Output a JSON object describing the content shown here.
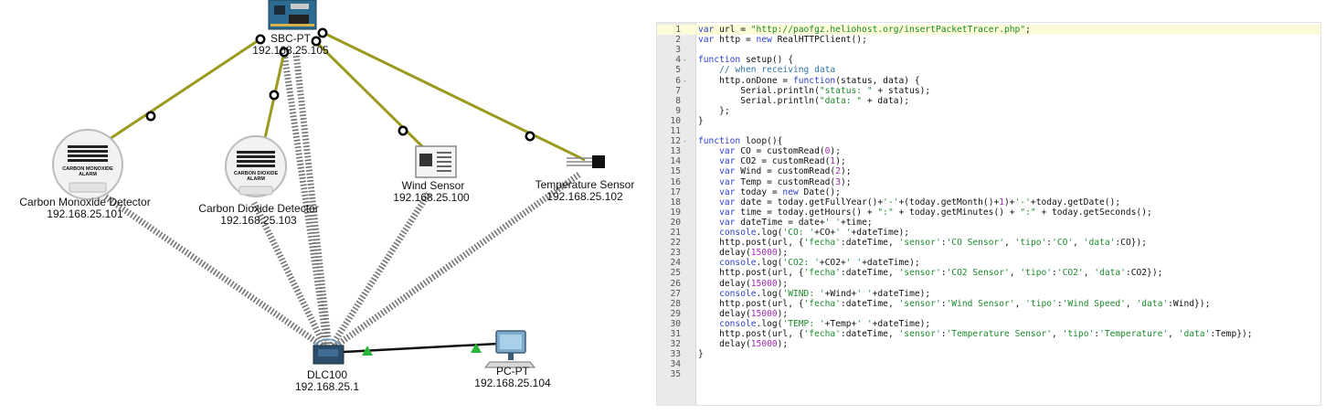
{
  "topology": {
    "devices": {
      "sbc": {
        "name": "SBC-PT",
        "ip": "192.168.25.105"
      },
      "co": {
        "name": "Carbon Monoxide Detector",
        "ip": "192.168.25.101",
        "face_text": [
          "CARBON MONOXIDE",
          "ALARM"
        ]
      },
      "co2": {
        "name": "Carbon Dioxide Detector",
        "ip": "192.168.25.103",
        "face_text": [
          "CARBON DIOXIDE",
          "ALARM"
        ]
      },
      "wind": {
        "name": "Wind Sensor",
        "ip": "192.168.25.100"
      },
      "temp": {
        "name": "Temperature Sensor",
        "ip": "192.168.25.102"
      },
      "dlc": {
        "name": "DLC100",
        "ip": "192.168.25.1"
      },
      "pc": {
        "name": "PC-PT",
        "ip": "192.168.25.104"
      }
    },
    "colors": {
      "iot_link": "#9a9a1e",
      "wireless": "#555555",
      "ethernet": "#111111",
      "link_up": "#2db43a"
    }
  },
  "editor": {
    "active_line": 1,
    "lines": [
      {
        "n": "1",
        "fold": "",
        "code": "var url = \"http://paofgz.heliohost.org/insertPacketTracer.php\";"
      },
      {
        "n": "2",
        "fold": "",
        "code": "var http = new RealHTTPClient();"
      },
      {
        "n": "3",
        "fold": "",
        "code": ""
      },
      {
        "n": "4",
        "fold": "-",
        "code": "function setup() {"
      },
      {
        "n": "5",
        "fold": "",
        "code": "    // when receiving data"
      },
      {
        "n": "6",
        "fold": "-",
        "code": "    http.onDone = function(status, data) {"
      },
      {
        "n": "7",
        "fold": "",
        "code": "        Serial.println(\"status: \" + status);"
      },
      {
        "n": "8",
        "fold": "",
        "code": "        Serial.println(\"data: \" + data);"
      },
      {
        "n": "9",
        "fold": "",
        "code": "    };"
      },
      {
        "n": "10",
        "fold": "",
        "code": "}"
      },
      {
        "n": "11",
        "fold": "",
        "code": ""
      },
      {
        "n": "12",
        "fold": "-",
        "code": "function loop(){"
      },
      {
        "n": "13",
        "fold": "",
        "code": "    var CO = customRead(0);"
      },
      {
        "n": "14",
        "fold": "",
        "code": "    var CO2 = customRead(1);"
      },
      {
        "n": "15",
        "fold": "",
        "code": "    var Wind = customRead(2);"
      },
      {
        "n": "16",
        "fold": "",
        "code": "    var Temp = customRead(3);"
      },
      {
        "n": "17",
        "fold": "",
        "code": "    var today = new Date();"
      },
      {
        "n": "18",
        "fold": "",
        "code": "    var date = today.getFullYear()+'-'+(today.getMonth()+1)+'-'+today.getDate();"
      },
      {
        "n": "19",
        "fold": "",
        "code": "    var time = today.getHours() + \":\" + today.getMinutes() + \":\" + today.getSeconds();"
      },
      {
        "n": "20",
        "fold": "",
        "code": "    var dateTime = date+' '+time;"
      },
      {
        "n": "21",
        "fold": "",
        "code": "    console.log('CO: '+CO+' '+dateTime);"
      },
      {
        "n": "22",
        "fold": "",
        "code": "    http.post(url, {'fecha':dateTime, 'sensor':'CO Sensor', 'tipo':'CO', 'data':CO});"
      },
      {
        "n": "23",
        "fold": "",
        "code": "    delay(15000);"
      },
      {
        "n": "24",
        "fold": "",
        "code": "    console.log('CO2: '+CO2+' '+dateTime);"
      },
      {
        "n": "25",
        "fold": "",
        "code": "    http.post(url, {'fecha':dateTime, 'sensor':'CO2 Sensor', 'tipo':'CO2', 'data':CO2});"
      },
      {
        "n": "26",
        "fold": "",
        "code": "    delay(15000);"
      },
      {
        "n": "27",
        "fold": "",
        "code": "    console.log('WIND: '+Wind+' '+dateTime);"
      },
      {
        "n": "28",
        "fold": "",
        "code": "    http.post(url, {'fecha':dateTime, 'sensor':'Wind Sensor', 'tipo':'Wind Speed', 'data':Wind});"
      },
      {
        "n": "29",
        "fold": "",
        "code": "    delay(15000);"
      },
      {
        "n": "30",
        "fold": "",
        "code": "    console.log('TEMP: '+Temp+' '+dateTime);"
      },
      {
        "n": "31",
        "fold": "",
        "code": "    http.post(url, {'fecha':dateTime, 'sensor':'Temperature Sensor', 'tipo':'Temperature', 'data':Temp});"
      },
      {
        "n": "32",
        "fold": "",
        "code": "    delay(15000);"
      },
      {
        "n": "33",
        "fold": "",
        "code": "}"
      },
      {
        "n": "34",
        "fold": "",
        "code": ""
      },
      {
        "n": "35",
        "fold": "",
        "code": ""
      }
    ]
  }
}
